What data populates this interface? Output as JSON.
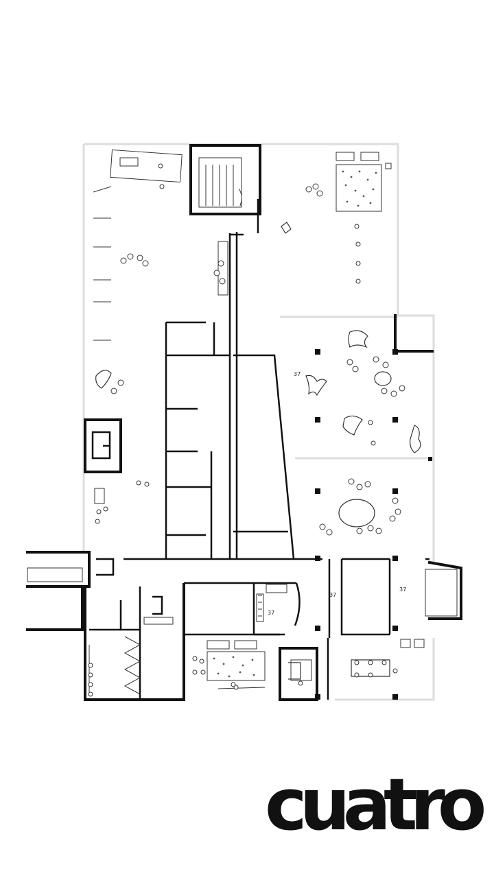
{
  "brand": {
    "logo_text": "cuatro"
  },
  "plan": {
    "room_numbers": [
      "37",
      "37",
      "37",
      "37"
    ]
  },
  "colors": {
    "ink": "#111111",
    "outline": "#dddddd",
    "background": "#ffffff"
  }
}
